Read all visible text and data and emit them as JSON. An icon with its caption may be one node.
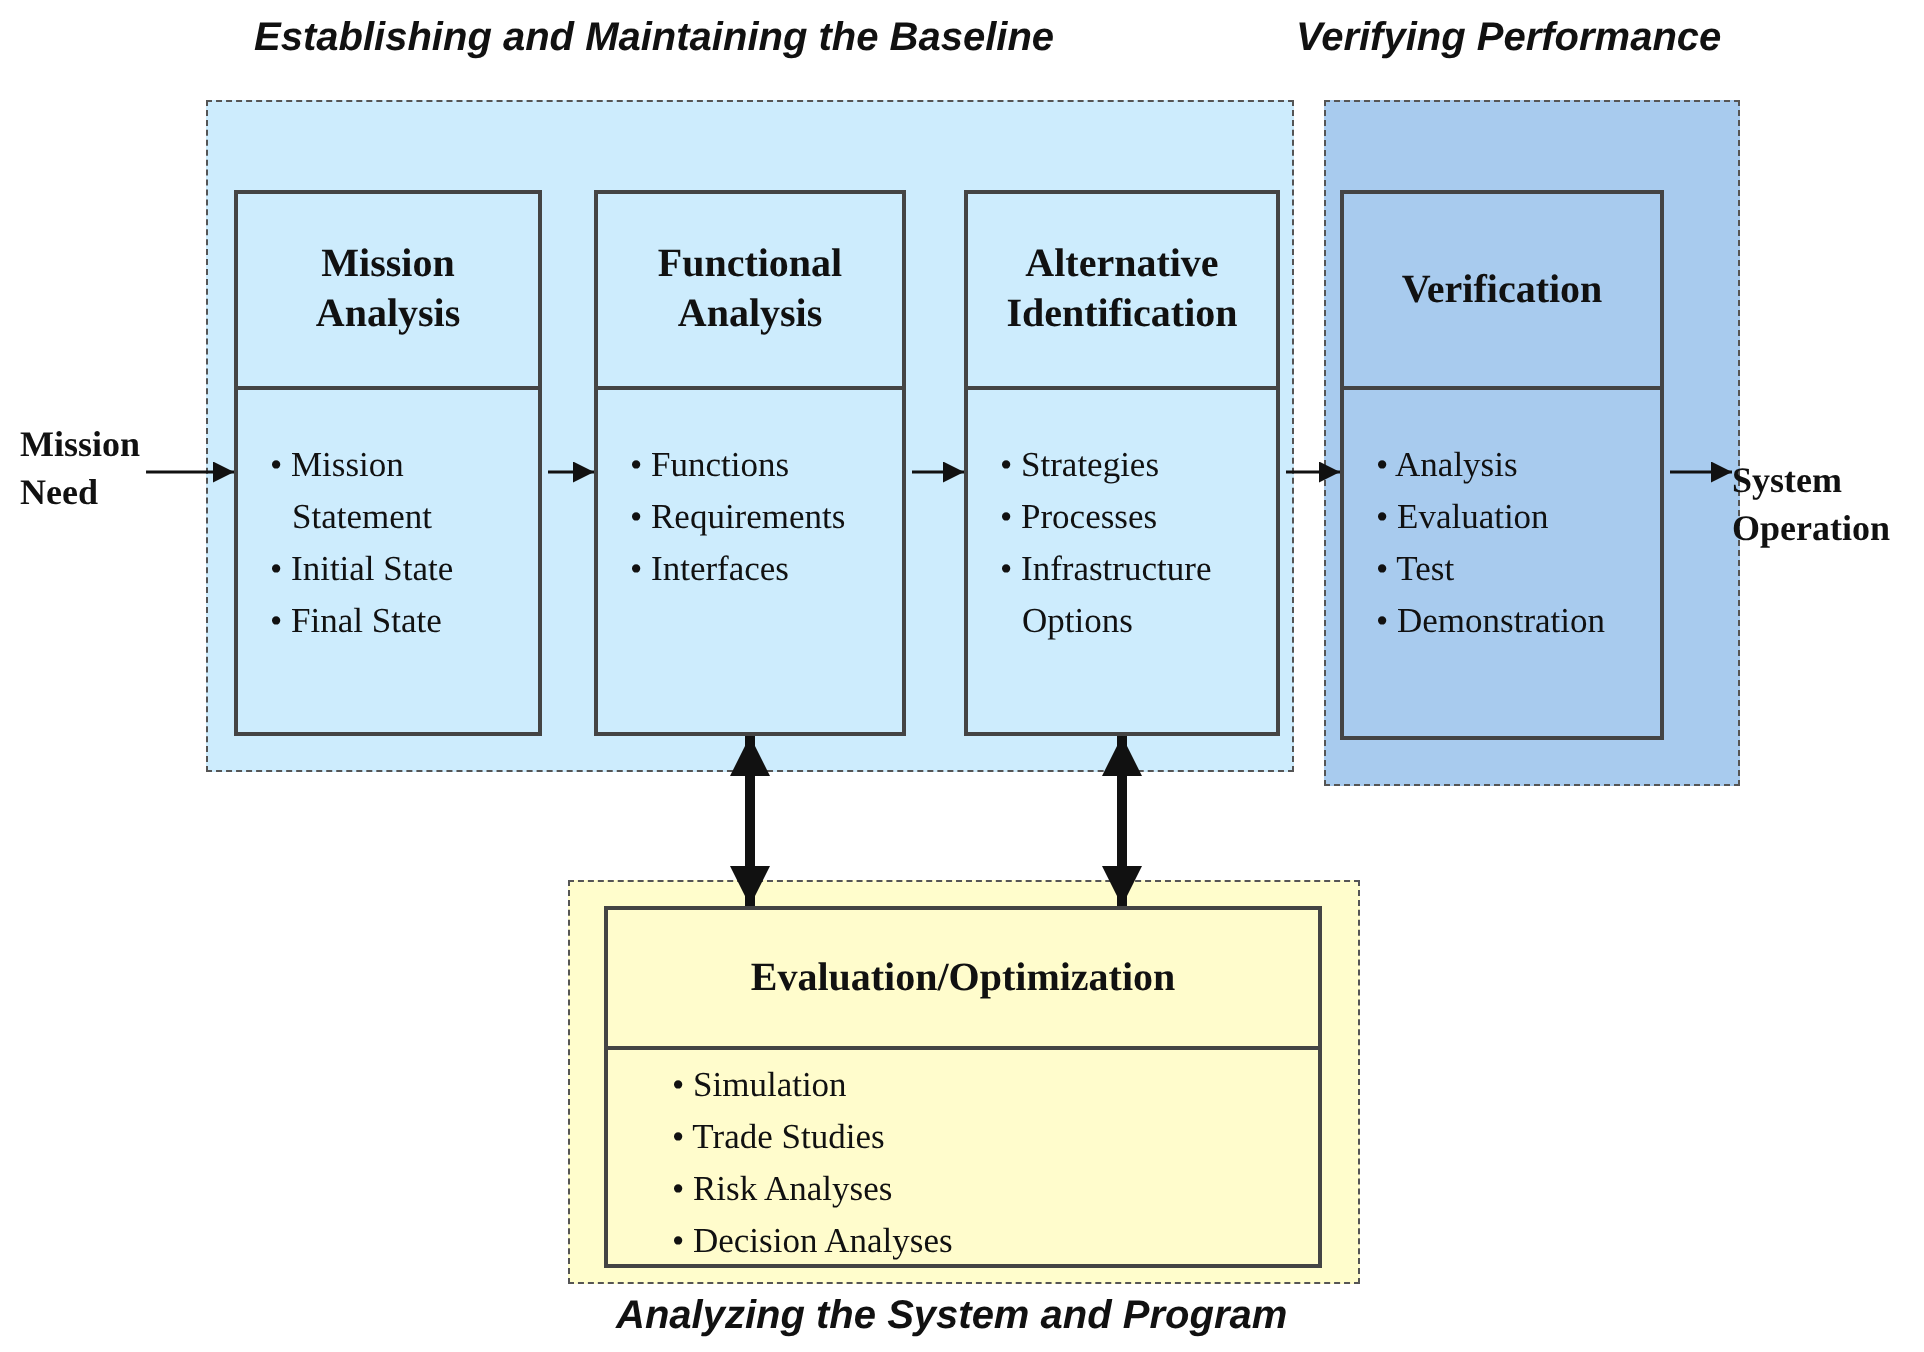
{
  "diagram": {
    "nodes": [
      {
        "text": [
          "Establishing  and Maintaining the Baseline"
        ]
      },
      {
        "text": [
          "Mission Analysis",
          "• Mission Statement",
          "• Initial State",
          "• Final State"
        ],
        "in": 0
      },
      {
        "text": [
          "Functional Analysis",
          "• Functions",
          "• Requirements",
          "• Interfaces"
        ],
        "in": 0
      },
      {
        "text": [
          "Alternative Identification",
          "• Strategies",
          "• Processes",
          "• Infrastructure Options"
        ],
        "in": 0
      },
      {
        "text": [
          "Verifying Performance"
        ]
      },
      {
        "text": [
          "Verification",
          "• Analysis",
          "• Evaluation",
          "• Test",
          "• Demonstration"
        ],
        "in": 4
      },
      {
        "text": [
          "Analyzing the System and Program"
        ]
      },
      {
        "text": [
          "Evaluation/Optimization",
          "• Simulation",
          "• Trade Studies",
          "• Risk Analyses",
          "• Decision Analyses"
        ],
        "in": 6
      },
      {
        "text": [
          "Mission Need"
        ]
      },
      {
        "text": [
          "System Operation"
        ]
      }
    ],
    "edges": [
      {
        "from": 8,
        "to": 1,
        "arrow": "to"
      },
      {
        "from": 1,
        "to": 2,
        "arrow": "to"
      },
      {
        "from": 2,
        "to": 3,
        "arrow": "to"
      },
      {
        "from": 3,
        "to": 5,
        "arrow": "to"
      },
      {
        "from": 5,
        "to": 9,
        "arrow": "to"
      },
      {
        "from": 2,
        "to": 7,
        "arrow": "both",
        "style": "thick"
      },
      {
        "from": 3,
        "to": 7,
        "arrow": "both",
        "style": "thick"
      }
    ]
  }
}
